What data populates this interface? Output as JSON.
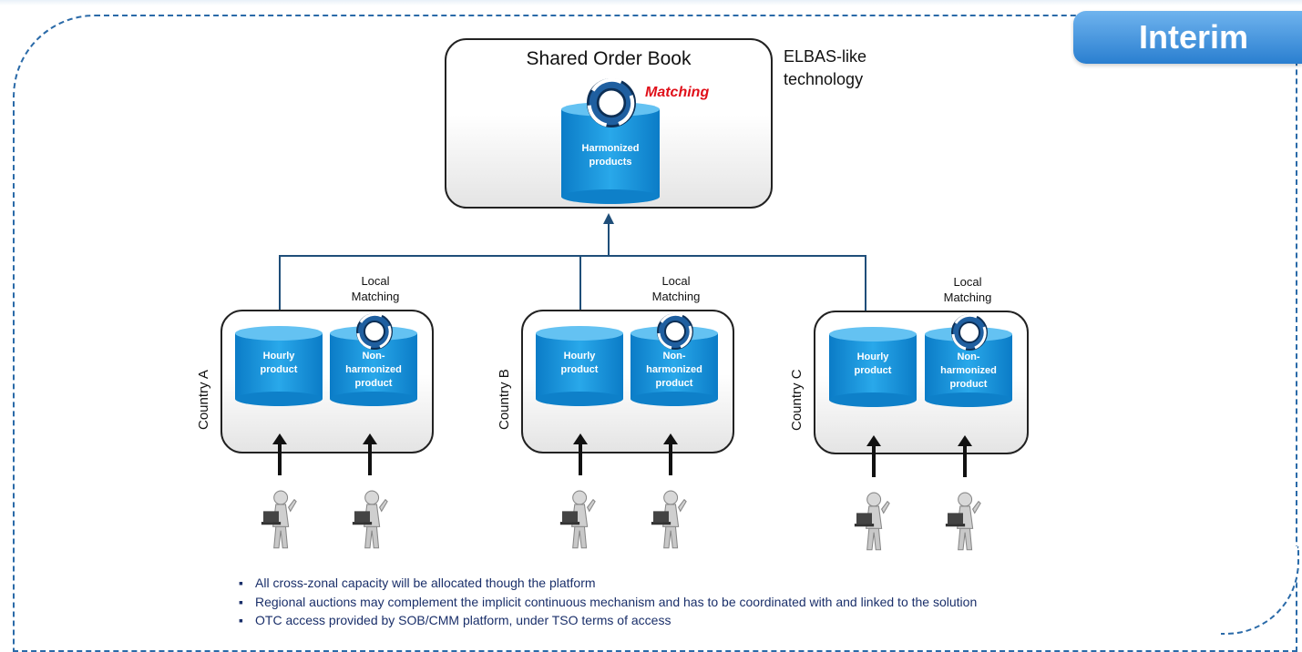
{
  "badge": "Interim",
  "central": {
    "title": "Shared Order Book",
    "matching_label": "Matching",
    "cylinder_label_1": "Harmonized",
    "cylinder_label_2": "products"
  },
  "side_note": {
    "line1": "ELBAS-like",
    "line2": "technology"
  },
  "local_label_1": "Local",
  "local_label_2": "Matching",
  "countries": [
    {
      "name": "Country A",
      "hourly_1": "Hourly",
      "hourly_2": "product",
      "non_1": "Non-",
      "non_2": "harmonized",
      "non_3": "product"
    },
    {
      "name": "Country B",
      "hourly_1": "Hourly",
      "hourly_2": "product",
      "non_1": "Non-",
      "non_2": "harmonized",
      "non_3": "product"
    },
    {
      "name": "Country C",
      "hourly_1": "Hourly",
      "hourly_2": "product",
      "non_1": "Non-",
      "non_2": "harmonized",
      "non_3": "product"
    }
  ],
  "bullets": [
    "All cross-zonal capacity will be allocated though the platform",
    "Regional auctions may complement the implicit continuous mechanism and has to be coordinated with and linked to the solution",
    "OTC access provided by SOB/CMM platform, under TSO terms of access"
  ],
  "colors": {
    "frame": "#2a6aa8",
    "badge": "#2a7fd0",
    "cylinder": "#1a96de",
    "matching_red": "#e0101a"
  },
  "icons": [
    "matching-cycle-icon",
    "trader-figure-icon"
  ]
}
